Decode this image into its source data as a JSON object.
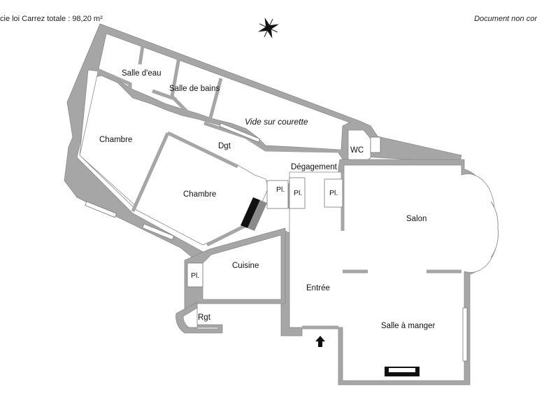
{
  "header": {
    "surface_text": "cie loi Carrez totale :  98,20 m²",
    "disclaimer_text": "Document non cor"
  },
  "rooms": {
    "salle_eau": "Salle d'eau",
    "salle_bains": "Salle de bains",
    "vide_courette": "Vide sur courette",
    "chambre_1": "Chambre",
    "dgt": "Dgt",
    "wc": "WC",
    "degagement": "Dégagement",
    "chambre_2": "Chambre",
    "placard_1": "Pl.",
    "placard_2": "Pl.",
    "placard_3": "Pl.",
    "salon": "Salon",
    "cuisine": "Cuisine",
    "placard_cuisine": "Pl.",
    "entree": "Entrée",
    "salle_manger": "Salle à manger",
    "rangement": "Rgt"
  },
  "icons": {
    "compass": "compass-rose-icon",
    "entrance": "entrance-arrow-icon"
  }
}
